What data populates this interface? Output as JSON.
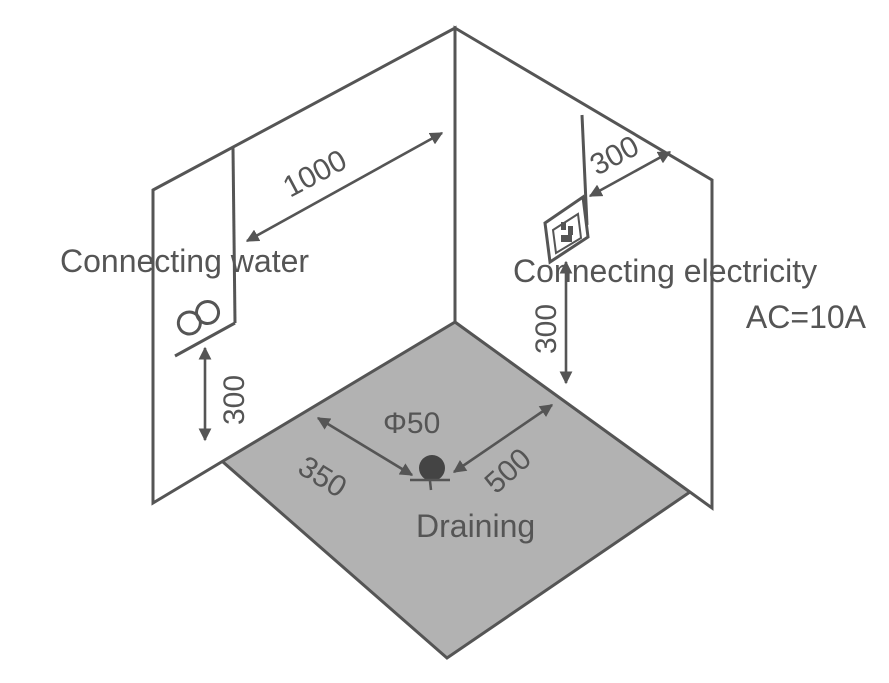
{
  "labels": {
    "water": "Connecting water",
    "electricity": "Connecting electricity",
    "current": "AC=10A",
    "draining": "Draining"
  },
  "dimensions": {
    "water_horizontal": "1000",
    "water_height": "300",
    "electric_horizontal": "300",
    "electric_height": "300",
    "drain_left": "350",
    "drain_right": "500",
    "drain_diameter": "Φ50"
  },
  "colors": {
    "line": "#555555",
    "floor": "#b2b2b2",
    "wall": "#ffffff"
  },
  "icons": [
    "water-valve-icon",
    "electric-socket-icon",
    "drain-icon"
  ]
}
